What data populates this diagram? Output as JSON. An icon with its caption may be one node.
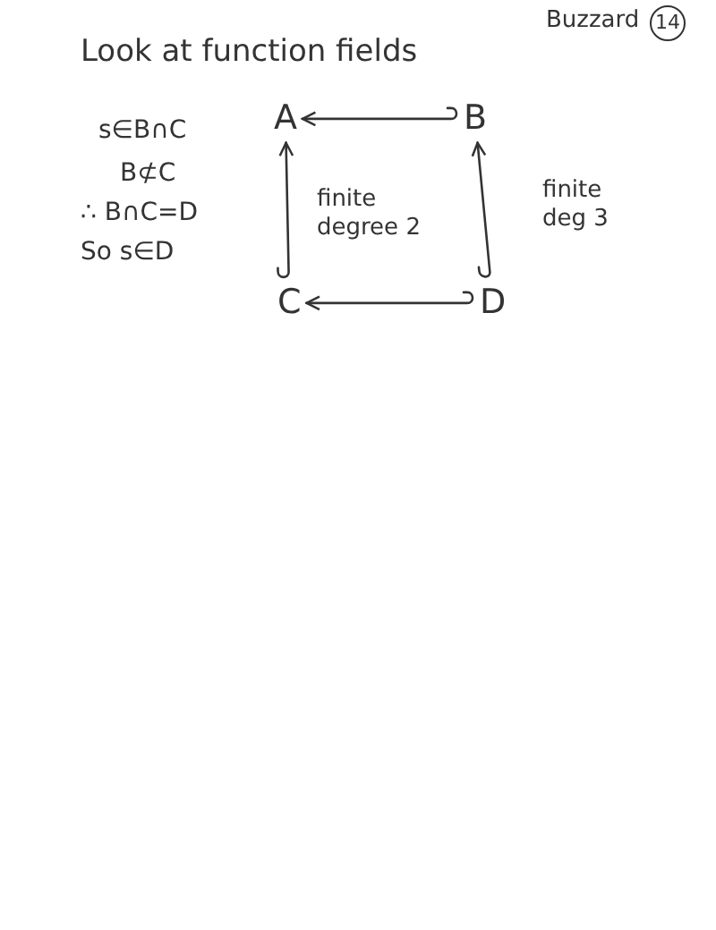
{
  "diagram": {
    "title": "Look at function fields",
    "nodes": [
      {
        "text": [
          "14"
        ]
      },
      {
        "text": [
          "A"
        ]
      },
      {
        "text": [
          "B"
        ]
      },
      {
        "text": [
          "C"
        ]
      },
      {
        "text": [
          "D"
        ]
      }
    ],
    "edges": [
      {
        "from": 2,
        "to": 1,
        "arrow": "to"
      },
      {
        "from": 3,
        "to": 1,
        "arrow": "to",
        "label": "finite degree 2"
      },
      {
        "from": 4,
        "to": 2,
        "arrow": "to",
        "label": "finite deg 3"
      },
      {
        "from": 4,
        "to": 3,
        "arrow": "to"
      }
    ],
    "labels": [
      "Buzzard",
      "s∈B∩C",
      "B⊄C",
      "∴ B∩C=D",
      "So s∈D"
    ]
  }
}
